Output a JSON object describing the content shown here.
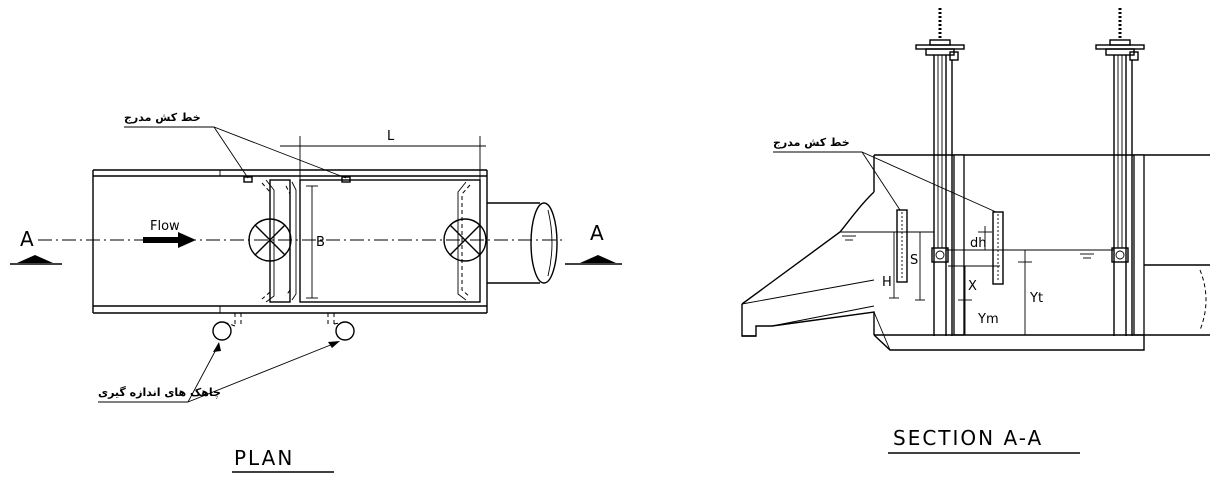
{
  "plan": {
    "title": "PLAN",
    "section_marker_left": "A",
    "section_marker_right": "A",
    "flow_label": "Flow",
    "dim_length": "L",
    "dim_width": "B",
    "note_graduated_ruler": "خط کش مدرج",
    "note_measuring_wells": "چاهک های اندازه گیری"
  },
  "section": {
    "title": "SECTION A-A",
    "note_graduated_ruler": "خط کش مدرج",
    "label_H": "H",
    "label_S": "S",
    "label_dh": "dh",
    "label_X": "X",
    "label_Ym": "Ym",
    "label_Yt": "Yt"
  }
}
